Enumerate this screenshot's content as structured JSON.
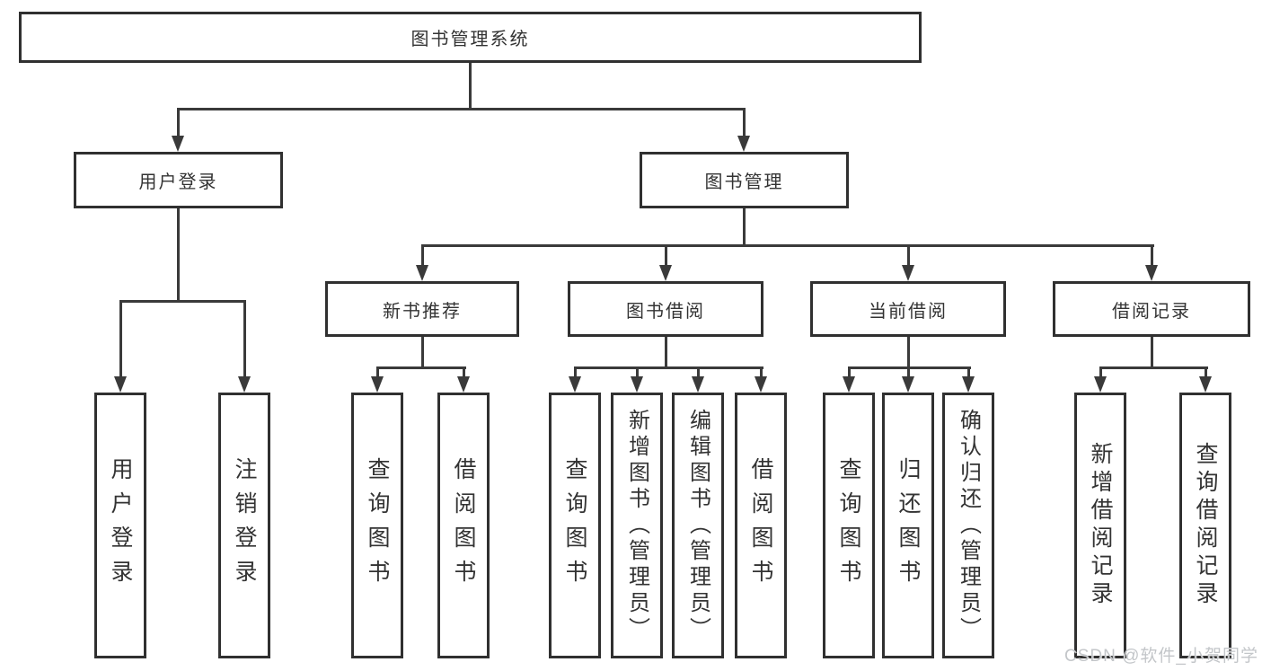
{
  "diagram_title": "图书管理系统",
  "nodes": {
    "root": "图书管理系统",
    "user_login": "用户登录",
    "book_management": "图书管理",
    "new_book_recommend": "新书推荐",
    "book_borrow": "图书借阅",
    "current_borrow": "当前借阅",
    "borrow_records": "借阅记录",
    "leaf_user_login": "用户登录",
    "leaf_logout": "注销登录",
    "leaf_query_book_a": "查询图书",
    "leaf_borrow_book_a": "借阅图书",
    "leaf_query_book_b": "查询图书",
    "leaf_add_book_admin": "新增图书（管理员）",
    "leaf_edit_book_admin": "编辑图书（管理员）",
    "leaf_borrow_book_b": "借阅图书",
    "leaf_query_book_c": "查询图书",
    "leaf_return_book": "归还图书",
    "leaf_confirm_return_admin": "确认归还（管理员）",
    "leaf_add_borrow_record": "新增借阅记录",
    "leaf_query_borrow_record": "查询借阅记录"
  },
  "hierarchy": {
    "root": [
      "user_login",
      "book_management"
    ],
    "user_login": [
      "leaf_user_login",
      "leaf_logout"
    ],
    "book_management": [
      "new_book_recommend",
      "book_borrow",
      "current_borrow",
      "borrow_records"
    ],
    "new_book_recommend": [
      "leaf_query_book_a",
      "leaf_borrow_book_a"
    ],
    "book_borrow": [
      "leaf_query_book_b",
      "leaf_add_book_admin",
      "leaf_edit_book_admin",
      "leaf_borrow_book_b"
    ],
    "current_borrow": [
      "leaf_query_book_c",
      "leaf_return_book",
      "leaf_confirm_return_admin"
    ],
    "borrow_records": [
      "leaf_add_borrow_record",
      "leaf_query_borrow_record"
    ]
  },
  "watermark": "CSDN @软件_小贺同学",
  "colors": {
    "line": "#3a3a3a",
    "box_border": "#303030",
    "text": "#333333",
    "watermark": "#c3c6c9",
    "background": "#ffffff"
  }
}
